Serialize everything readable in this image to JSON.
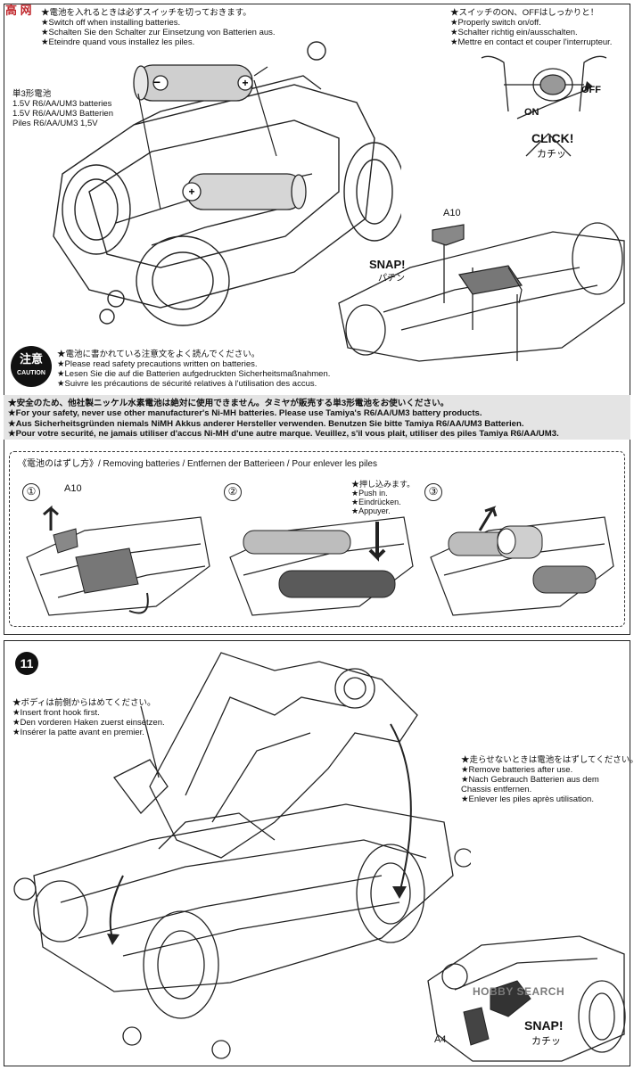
{
  "watermark_top": "高 网",
  "section_top": {
    "install_notes": [
      "★電池を入れるときは必ずスイッチを切っておきます。",
      "★Switch off when installing batteries.",
      "★Schalten Sie den Schalter zur Einsetzung von Batterien aus.",
      "★Eteindre quand vous installez les piles."
    ],
    "battery_label": [
      "単3形電池",
      "1.5V R6/AA/UM3 batteries",
      "1.5V R6/AA/UM3 Batterien",
      "Piles R6/AA/UM3 1,5V"
    ],
    "switch_notes": [
      "★スイッチのON、OFFはしっかりと！",
      "★Properly switch on/off.",
      "★Schalter richtig ein/ausschalten.",
      "★Mettre en contact et couper l'interrupteur."
    ],
    "switch_on": "ON",
    "switch_off": "OFF",
    "click_label": "CLICK!",
    "click_kana": "カチッ",
    "part_a10": "A10",
    "snap_label": "SNAP!",
    "snap_kana": "パチン",
    "minus": "−",
    "plus": "+",
    "caution_jp": "注意",
    "caution_en": "CAUTION",
    "caution_notes": [
      "★電池に書かれている注意文をよく読んでください。",
      "★Please read safety precautions written on batteries.",
      "★Lesen Sie die auf die Batterien aufgedruckten Sicherheitsmaßnahmen.",
      "★Suivre les précautions de sécurité relatives à l'utilisation des accus."
    ],
    "safety_notes": [
      "★安全のため、他社製ニッケル水素電池は絶対に使用できません。タミヤが販売する単3形電池をお使いください。",
      "★For your safety, never use other manufacturer's Ni-MH batteries. Please use Tamiya's R6/AA/UM3 battery products.",
      "★Aus Sicherheitsgründen niemals NiMH Akkus anderer Hersteller verwenden. Benutzen Sie bitte Tamiya R6/AA/UM3 Batterien.",
      "★Pour votre securité, ne jamais utiliser d'accus Ni-MH d'une autre marque. Veuillez, s'il vous plait, utiliser des piles Tamiya R6/AA/UM3."
    ]
  },
  "removing": {
    "heading": "《電池のはずし方》/ Removing batteries / Entfernen der Batterieen / Pour enlever les piles",
    "steps": [
      "①",
      "②",
      "③"
    ],
    "part_a10": "A10",
    "push_notes": [
      "★押し込みます。",
      "★Push in.",
      "★Eindrücken.",
      "★Appuyer."
    ]
  },
  "step11": {
    "number": "11",
    "hook_notes": [
      "★ボディは前側からはめてください。",
      "★Insert front hook first.",
      "★Den vorderen Haken zuerst einsetzen.",
      "★Insérer la patte avant en premier."
    ],
    "remove_notes": [
      "★走らせないときは電池をはずしてください。",
      "★Remove batteries after use.",
      "★Nach Gebrauch Batterien aus dem",
      "Chassis entfernen.",
      "★Enlever les piles après utilisation."
    ],
    "part_a4": "A4",
    "snap_label": "SNAP!",
    "snap_kana": "カチッ",
    "watermark": "HOBBY SEARCH"
  }
}
